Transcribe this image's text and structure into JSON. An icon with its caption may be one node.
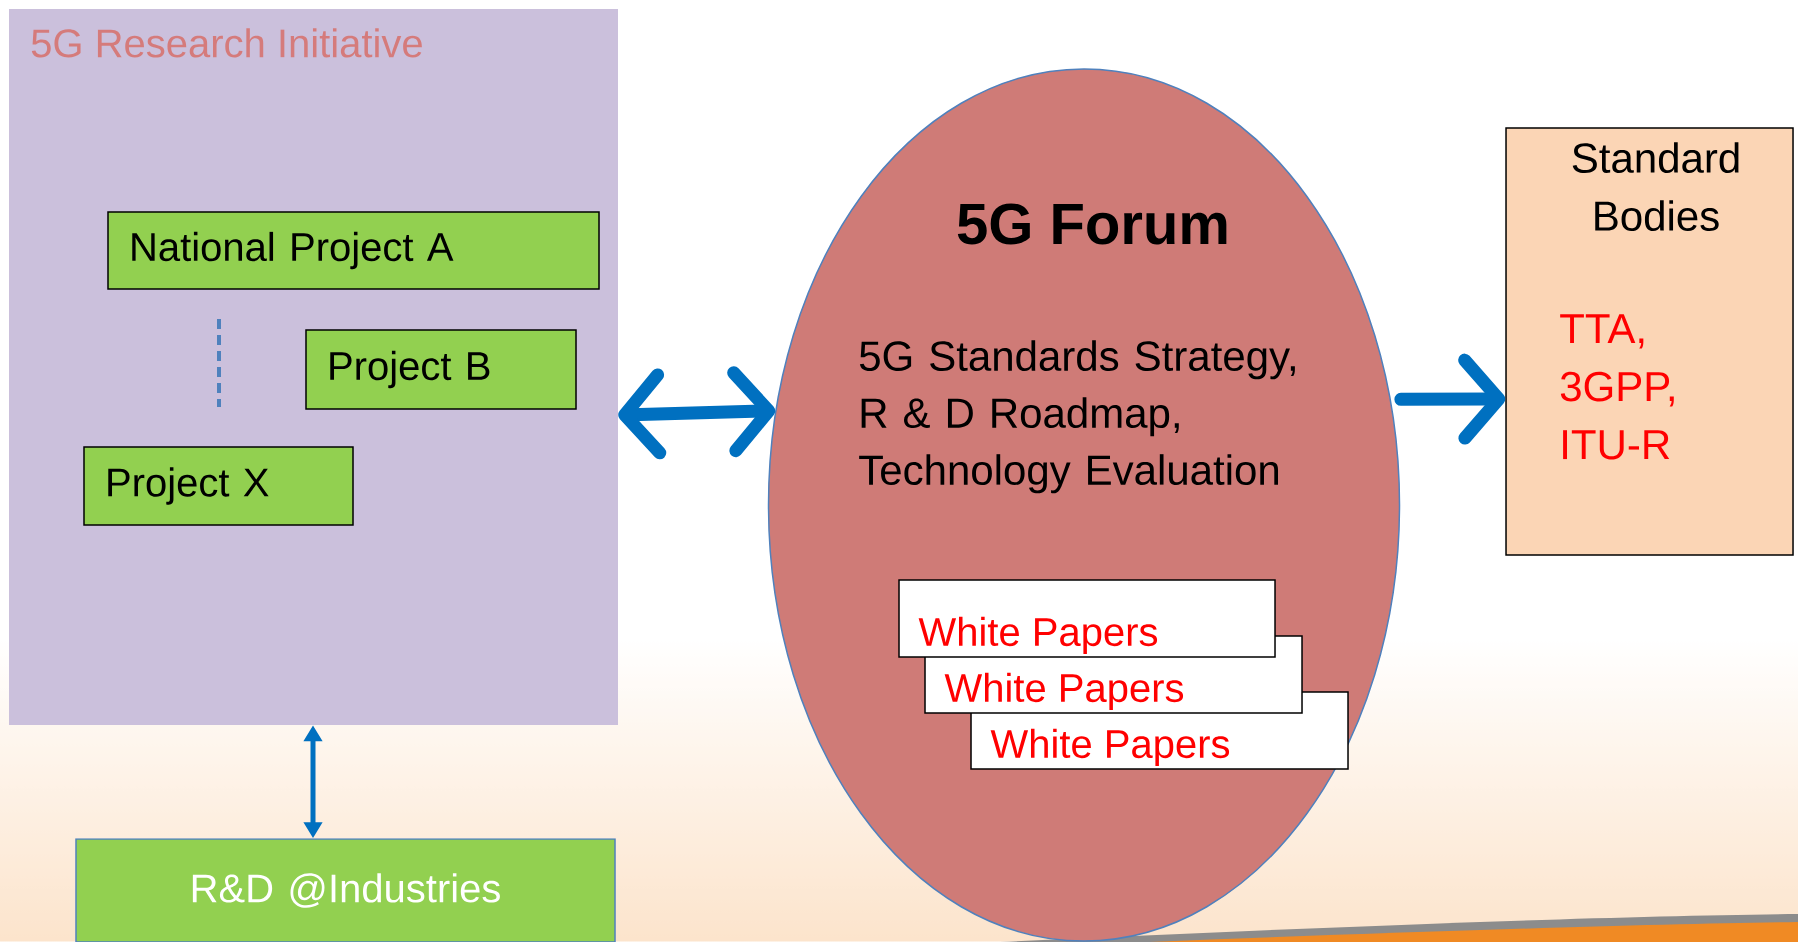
{
  "diagram": {
    "nodes": [
      {
        "text": [
          "5G Research Initiative"
        ]
      },
      {
        "text": [
          "National Project A"
        ],
        "in": 0
      },
      {
        "text": [
          "Project B"
        ],
        "in": 0
      },
      {
        "text": [
          "Project X"
        ],
        "in": 0
      },
      {
        "text": [
          "R&D @Industries"
        ]
      },
      {
        "text": [
          "5G Forum",
          "5G Standards Strategy, R & D Roadmap, Technology Evaluation"
        ]
      },
      {
        "text": [
          "White Papers"
        ],
        "in": 5
      },
      {
        "text": [
          "White Papers"
        ],
        "in": 5
      },
      {
        "text": [
          "White Papers"
        ],
        "in": 5
      },
      {
        "text": [
          "Standard Bodies",
          "TTA, 3GPP, ITU-R"
        ]
      }
    ],
    "edges": [
      {
        "from": 0,
        "to": 5,
        "arrow": "both"
      },
      {
        "from": 5,
        "to": 9,
        "arrow": "to"
      },
      {
        "from": 0,
        "to": 4,
        "arrow": "both"
      }
    ]
  }
}
